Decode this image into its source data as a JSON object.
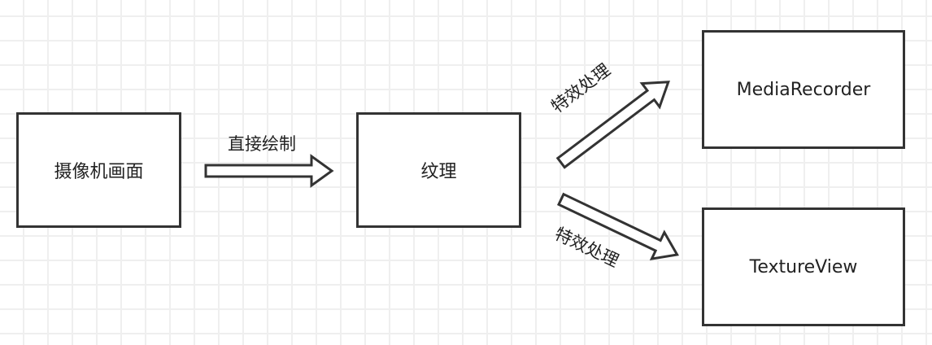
{
  "nodes": {
    "camera": "摄像机画面",
    "texture": "纹理",
    "media_recorder": "MediaRecorder",
    "texture_view": "TextureView"
  },
  "edges": {
    "direct_draw": "直接绘制",
    "effect_up": "特效处理",
    "effect_down": "特效处理"
  }
}
